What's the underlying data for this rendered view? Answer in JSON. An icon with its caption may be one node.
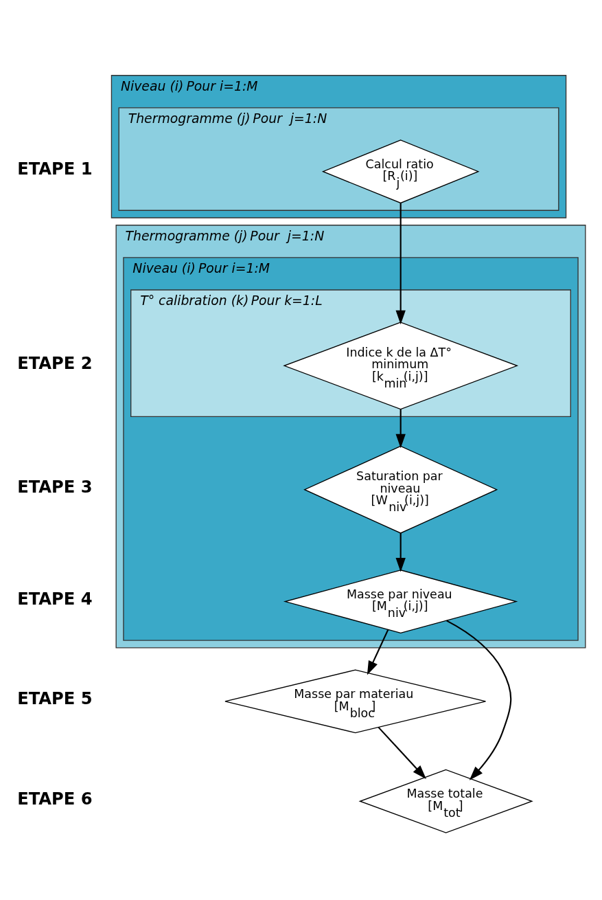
{
  "diagram": {
    "nodes": [
      {
        "text": [
          "Niveau (i)",
          "Pour i=1:M"
        ]
      },
      {
        "text": [
          "Thermogramme (j)",
          "Pour  j=1:N"
        ],
        "in": 0
      },
      {
        "text": [
          "Calcul ratio [R$_{j}$(i)]"
        ],
        "in": 1
      },
      {
        "text": [
          "Thermogramme (j)",
          "Pour  j=1:N"
        ]
      },
      {
        "text": [
          "Niveau (i)",
          "Pour i=1:M"
        ],
        "in": 3
      },
      {
        "text": [
          "T° calibration (k)",
          "Pour k=1:L"
        ],
        "in": 4
      },
      {
        "text": [
          "Indice k de la ΔT° minimum [k$_{min}$(i,j)]"
        ],
        "in": 5
      },
      {
        "text": [
          "Saturation par niveau [W$_{niv}$(i,j)]"
        ],
        "in": 4
      },
      {
        "text": [
          "Masse par niveau [M$_{niv}$(i,j)]"
        ],
        "in": 4
      },
      {
        "text": [
          "Masse par materiau [M$_{bloc}$]"
        ]
      },
      {
        "text": [
          "Masse totale [M$_{tot}$]"
        ]
      }
    ],
    "edges": [
      {
        "from": 2,
        "to": 6,
        "arrow": "to"
      },
      {
        "from": 6,
        "to": 7,
        "arrow": "to"
      },
      {
        "from": 7,
        "to": 8,
        "arrow": "to"
      },
      {
        "from": 8,
        "to": 9,
        "arrow": "to"
      },
      {
        "from": 8,
        "to": 10,
        "arrow": "to"
      },
      {
        "from": 9,
        "to": 10,
        "arrow": "to"
      }
    ],
    "labels": [
      "ETAPE 1",
      "ETAPE 2",
      "ETAPE 3",
      "ETAPE 4",
      "ETAPE 5",
      "ETAPE 6"
    ]
  }
}
